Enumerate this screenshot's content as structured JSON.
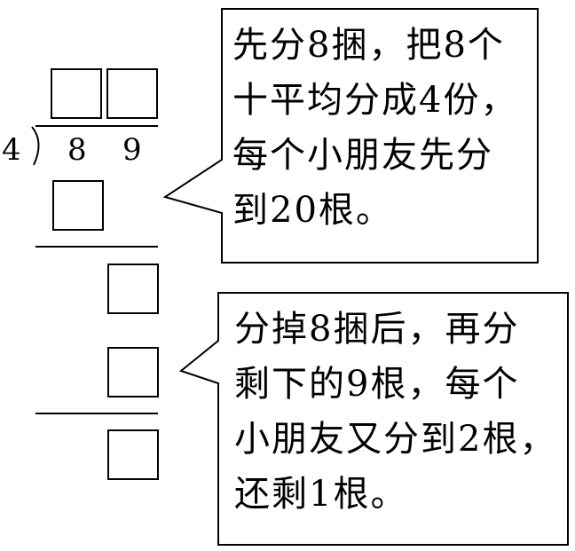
{
  "division": {
    "divisor": "4",
    "dividend_tens": "8",
    "dividend_ones": "9"
  },
  "callouts": [
    {
      "lines": [
        "先分8捆，把8个",
        "十平均分成4份，",
        "每个小朋友先分",
        "到20根。"
      ]
    },
    {
      "lines": [
        "分掉8捆后，再分",
        "剩下的9根，每个",
        "小朋友又分到2根，",
        "还剩1根。"
      ]
    }
  ]
}
